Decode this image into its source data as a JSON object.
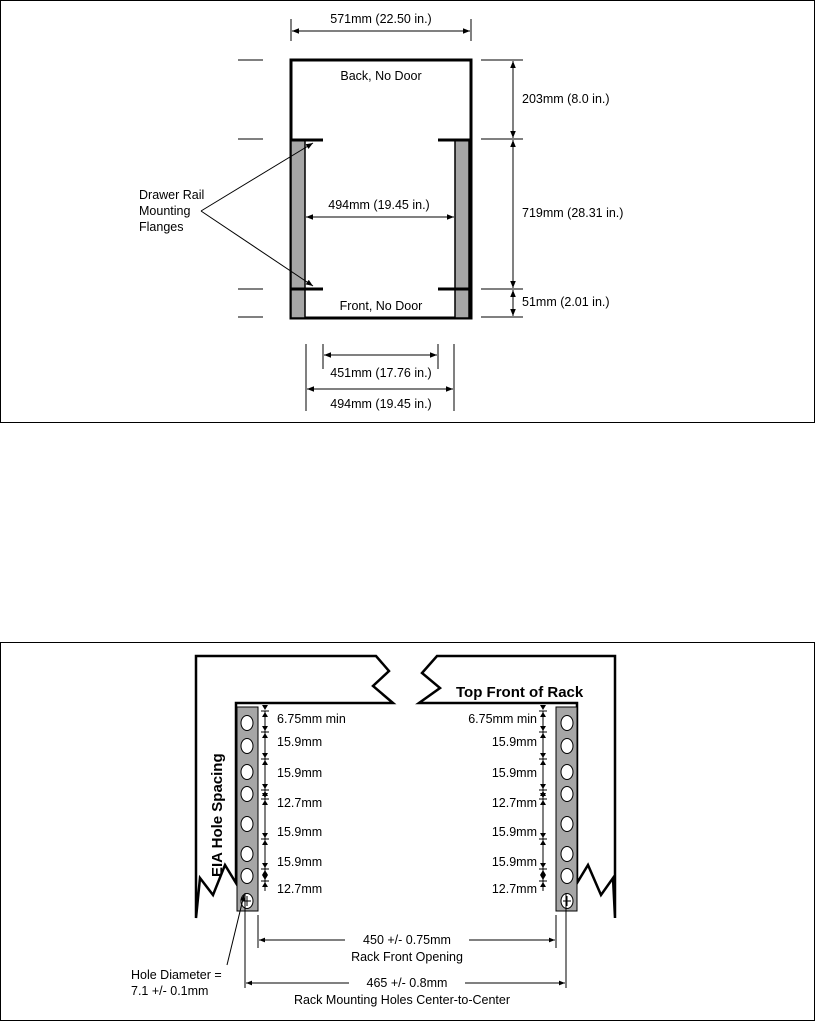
{
  "top_diagram": {
    "width_label": "571mm (22.50 in.)",
    "back_label": "Back, No Door",
    "front_label": "Front, No Door",
    "flanges_label_lines": [
      "Drawer Rail",
      "Mounting",
      "Flanges"
    ],
    "inner_width_label": "494mm (19.45 in.)",
    "depth_back_label": "203mm (8.0 in.)",
    "depth_mid_label": "719mm (28.31 in.)",
    "depth_front_label": "51mm (2.01 in.)",
    "bottom_inner_label": "451mm (17.76 in.)",
    "bottom_outer_label": "494mm (19.45 in.)"
  },
  "bottom_diagram": {
    "top_front_label": "Top Front of Rack",
    "eia_label": "EIA Hole Spacing",
    "left_spacing": [
      "6.75mm  min",
      "15.9mm",
      "15.9mm",
      "12.7mm",
      "15.9mm",
      "15.9mm",
      "12.7mm"
    ],
    "right_spacing": [
      "6.75mm  min",
      "15.9mm",
      "15.9mm",
      "12.7mm",
      "15.9mm",
      "15.9mm",
      "12.7mm"
    ],
    "hole_diameter_lines": [
      "Hole Diameter =",
      "7.1 +/- 0.1mm"
    ],
    "opening_value": "450 +/- 0.75mm",
    "opening_label": "Rack Front Opening",
    "centers_value": "465 +/- 0.8mm",
    "centers_label": "Rack Mounting Holes Center-to-Center"
  },
  "colors": {
    "rail_fill": "#a6a6a6",
    "line": "#000000"
  }
}
